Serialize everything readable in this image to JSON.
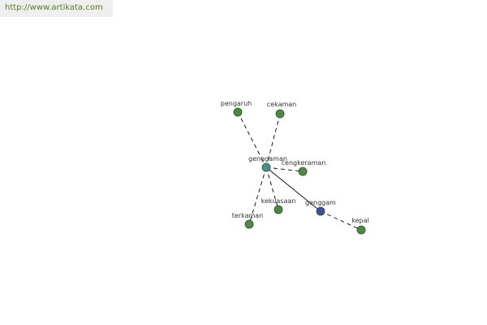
{
  "site_url": "http://www.artikata.com",
  "colors": {
    "background": "#ffffff",
    "url_bar_bg": "#efefef",
    "url_text": "#5b7a2a",
    "node_green": "#4e8a3e",
    "node_center": "#4a8f8f",
    "node_blue": "#3e4ea0",
    "node_stroke": "#2f4f2f",
    "edge": "#000000"
  },
  "nodes": [
    {
      "id": "genggaman",
      "label": "genggaman",
      "kind": "center"
    },
    {
      "id": "pengaruh",
      "label": "pengaruh",
      "kind": "synonym"
    },
    {
      "id": "cekaman",
      "label": "cekaman",
      "kind": "synonym"
    },
    {
      "id": "cengkeraman",
      "label": "cengkeraman",
      "kind": "synonym"
    },
    {
      "id": "kekuasaan",
      "label": "kekuasaan",
      "kind": "synonym"
    },
    {
      "id": "terkaman",
      "label": "terkaman",
      "kind": "synonym"
    },
    {
      "id": "genggam",
      "label": "genggam",
      "kind": "root"
    },
    {
      "id": "kepal",
      "label": "kepal",
      "kind": "synonym"
    }
  ],
  "edges": [
    {
      "from": "genggaman",
      "to": "pengaruh",
      "style": "dashed"
    },
    {
      "from": "genggaman",
      "to": "cekaman",
      "style": "dashed"
    },
    {
      "from": "genggaman",
      "to": "cengkeraman",
      "style": "dashed"
    },
    {
      "from": "genggaman",
      "to": "kekuasaan",
      "style": "dashed"
    },
    {
      "from": "genggaman",
      "to": "terkaman",
      "style": "dashed"
    },
    {
      "from": "genggaman",
      "to": "genggam",
      "style": "solid"
    },
    {
      "from": "genggam",
      "to": "kepal",
      "style": "dashed"
    }
  ]
}
